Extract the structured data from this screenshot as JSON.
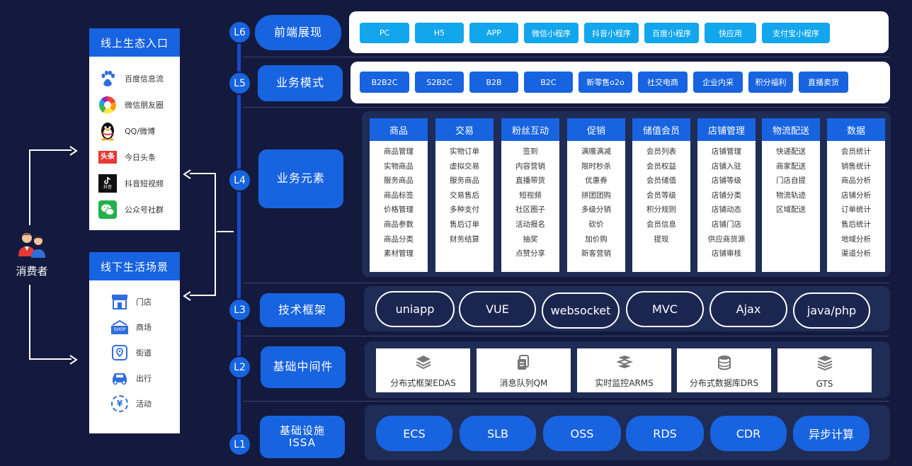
{
  "consumer": {
    "label": "消费者",
    "icon": "consumer-people-icon"
  },
  "online": {
    "title": "线上生态入口",
    "items": [
      {
        "label": "百度信息流",
        "icon": "baidu-icon"
      },
      {
        "label": "微信朋友圈",
        "icon": "wechat-moments-icon"
      },
      {
        "label": "QQ/微博",
        "icon": "qq-penguin-icon"
      },
      {
        "label": "今日头条",
        "icon": "toutiao-icon",
        "logo_text": "头条"
      },
      {
        "label": "抖音短视频",
        "icon": "douyin-icon",
        "logo_text": "抖音"
      },
      {
        "label": "公众号社群",
        "icon": "wechat-icon"
      }
    ]
  },
  "offline": {
    "title": "线下生活场景",
    "items": [
      {
        "label": "门店",
        "icon": "store-icon"
      },
      {
        "label": "商场",
        "icon": "shop-icon",
        "logo_text": "SHOP"
      },
      {
        "label": "街道",
        "icon": "street-map-icon"
      },
      {
        "label": "出行",
        "icon": "car-icon"
      },
      {
        "label": "活动",
        "icon": "activity-yen-icon",
        "logo_text": "¥"
      }
    ]
  },
  "layers": {
    "l6": {
      "badge": "L6",
      "name": "前端展现",
      "chips": [
        "PC",
        "H5",
        "APP",
        "微信小程序",
        "抖音小程序",
        "百度小程序",
        "快应用",
        "支付宝小程序"
      ]
    },
    "l5": {
      "badge": "L5",
      "name": "业务模式",
      "chips": [
        "B2B2C",
        "S2B2C",
        "B2B",
        "B2C",
        "新零售o2o",
        "社交电商",
        "企业内采",
        "积分福利",
        "直播卖货"
      ]
    },
    "l4": {
      "badge": "L4",
      "name": "业务元素",
      "columns": [
        {
          "title": "商品",
          "items": [
            "商品管理",
            "实物商品",
            "服务商品",
            "商品标签",
            "价格管理",
            "商品参数",
            "商品分类",
            "素材管理"
          ]
        },
        {
          "title": "交易",
          "items": [
            "实物订单",
            "虚拟交易",
            "服务商品",
            "交易售后",
            "多种支付",
            "售后订单",
            "财务结算"
          ]
        },
        {
          "title": "粉丝互动",
          "items": [
            "签到",
            "内容营销",
            "直播带货",
            "短视频",
            "社区圈子",
            "活动报名",
            "抽奖",
            "点赞分享"
          ]
        },
        {
          "title": "促销",
          "items": [
            "满赠满减",
            "限时秒杀",
            "优惠券",
            "拼团团购",
            "多级分销",
            "砍价",
            "加价购",
            "新客营销"
          ]
        },
        {
          "title": "储值会员",
          "items": [
            "会员列表",
            "会员权益",
            "会员储值",
            "会员等级",
            "积分规则",
            "会员信息",
            "提现"
          ]
        },
        {
          "title": "店铺管理",
          "items": [
            "店铺管理",
            "店铺入驻",
            "店铺等级",
            "店铺分类",
            "店铺动态",
            "店铺门店",
            "供应商货源",
            "店铺审核"
          ]
        },
        {
          "title": "物流配送",
          "items": [
            "快递配送",
            "商家配送",
            "门店自提",
            "物流轨迹",
            "区域配送"
          ]
        },
        {
          "title": "数据",
          "items": [
            "会员统计",
            "销售统计",
            "商品分析",
            "店铺分析",
            "订单统计",
            "售后统计",
            "地域分析",
            "渠道分析"
          ]
        }
      ]
    },
    "l3": {
      "badge": "L3",
      "name": "技术框架",
      "items": [
        "uniapp",
        "VUE",
        "websocket",
        "MVC",
        "Ajax",
        "java/php"
      ]
    },
    "l2": {
      "badge": "L2",
      "name": "基础中间件",
      "items": [
        "分布式框架EDAS",
        "消息队列QM",
        "实时监控ARMS",
        "分布式数据库DRS",
        "GTS"
      ]
    },
    "l1": {
      "badge": "L1",
      "name": "基础设施\nISSA",
      "items": [
        "ECS",
        "SLB",
        "OSS",
        "RDS",
        "CDR",
        "异步计算"
      ]
    }
  },
  "colors": {
    "background": "#141a3d",
    "primary": "#1763e0",
    "light_blue": "#12a6ec",
    "dark_panel": "#1f2c55"
  }
}
